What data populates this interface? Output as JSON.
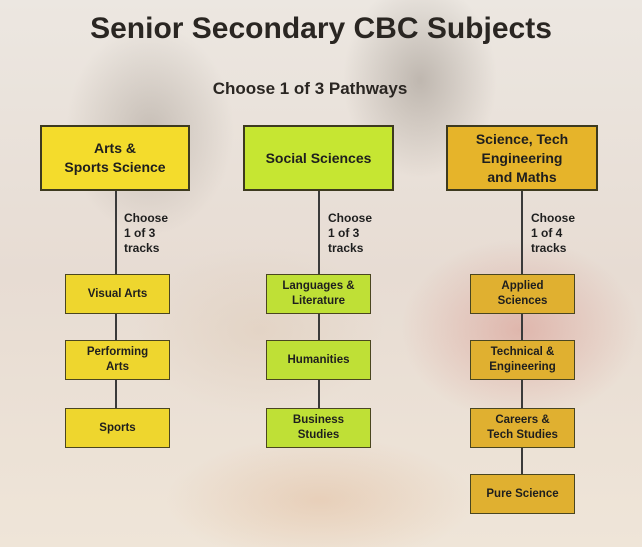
{
  "title": "Senior Secondary CBC Subjects",
  "subtitle": "Choose 1 of 3 Pathways",
  "colors": {
    "arts": "#f4dc2c",
    "social": "#c6e632",
    "stem": "#e6b42a"
  },
  "pathways": [
    {
      "label": "Arts &\nSports Science",
      "note": "Choose\n1 of 3\ntracks",
      "tracks": [
        "Visual Arts",
        "Performing\nArts",
        "Sports"
      ]
    },
    {
      "label": "Social Sciences",
      "note": "Choose\n1 of 3\ntracks",
      "tracks": [
        "Languages &\nLiterature",
        "Humanities",
        "Business\nStudies"
      ]
    },
    {
      "label": "Science, Tech\nEngineering\nand Maths",
      "note": "Choose\n1 of 4\ntracks",
      "tracks": [
        "Applied\nSciences",
        "Technical &\nEngineering",
        "Careers &\nTech Studies",
        "Pure Science"
      ]
    }
  ]
}
